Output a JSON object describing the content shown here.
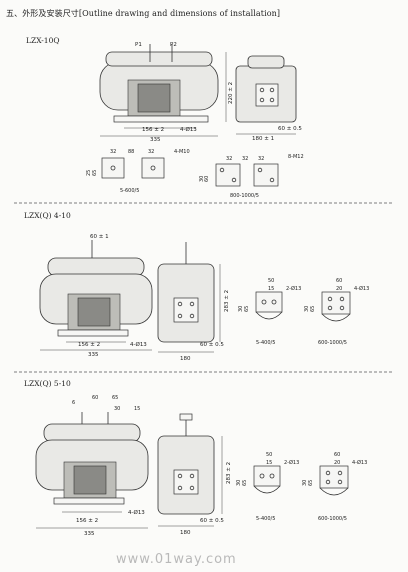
{
  "page_title": "五、外形及安装尺寸[Outline drawing and dimensions of installation]",
  "watermark": "www.01way.com",
  "sections": [
    {
      "title": "LZX-10Q",
      "labels": {
        "p1": "P1",
        "p2": "P2",
        "height": "220 ± 2",
        "base_spacing": "156 ± 2",
        "hole": "4-Ø13",
        "length": "335",
        "side_spacing": "60 ± 0.5",
        "width": "180 ± 1",
        "detail_a_dims": [
          "32",
          "88",
          "32"
        ],
        "detail_a_bolts": "4-M10",
        "detail_a_h1": "65",
        "detail_a_h2": "25",
        "detail_a_ratio": "5-600/5",
        "detail_b_dims": [
          "32",
          "32",
          "32"
        ],
        "detail_b_bolts": "8-M12",
        "detail_b_h1": "60",
        "detail_b_h2": "30",
        "detail_b_ratio": "800-1000/5"
      }
    },
    {
      "title": "LZX(Q) 4-10",
      "labels": {
        "top_dim": "60 ± 1",
        "height": "283 ± 2",
        "base_spacing": "156 ± 2",
        "hole": "4-Ø13",
        "length": "335",
        "side_spacing": "60 ± 0.5",
        "width": "180",
        "detail_a_top": "50",
        "detail_a_top2": "15",
        "detail_a_hole": "2-Ø13",
        "detail_a_h1": "65",
        "detail_a_h2": "30",
        "detail_a_ratio": "5-400/5",
        "detail_b_top": "60",
        "detail_b_top2": "20",
        "detail_b_hole": "4-Ø13",
        "detail_b_h1": "65",
        "detail_b_h2": "30",
        "detail_b_ratio": "600-1000/5"
      }
    },
    {
      "title": "LZX(Q) 5-10",
      "labels": {
        "top_dims": [
          "6",
          "60",
          "65",
          "30",
          "15"
        ],
        "height": "283 ± 2",
        "base_spacing": "156 ± 2",
        "hole": "4-Ø13",
        "length": "335",
        "side_spacing": "60 ± 0.5",
        "width": "180",
        "detail_a_top": "50",
        "detail_a_top2": "15",
        "detail_a_hole": "2-Ø13",
        "detail_a_h1": "65",
        "detail_a_h2": "30",
        "detail_a_ratio": "5-400/5",
        "detail_b_top": "60",
        "detail_b_top2": "20",
        "detail_b_hole": "4-Ø13",
        "detail_b_h1": "65",
        "detail_b_h2": "30",
        "detail_b_ratio": "600-1000/5"
      }
    }
  ]
}
